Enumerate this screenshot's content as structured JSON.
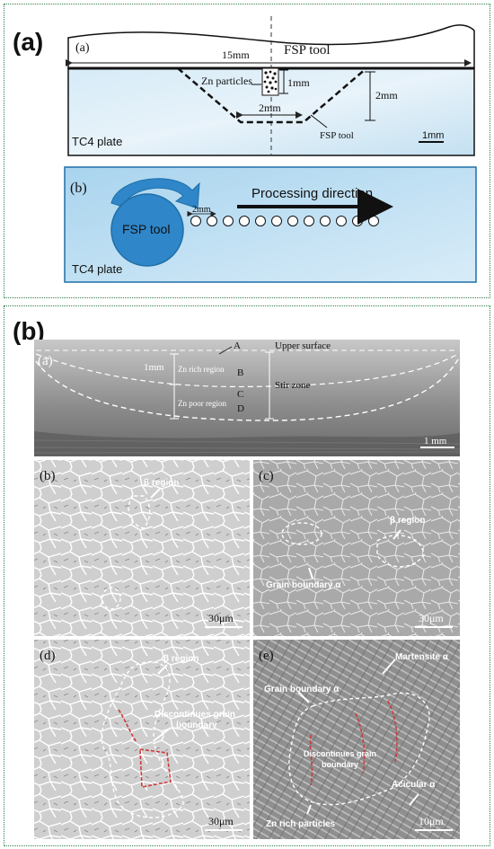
{
  "figure": {
    "panel_a": {
      "label": "(a)",
      "schematic_top": {
        "sublabel": "(a)",
        "tool_label": "FSP tool",
        "width_label": "15mm",
        "zn_label": "Zn particles",
        "dim_1mm": "1mm",
        "dim_2mm_depth": "2mm",
        "dim_2mm_width": "2mm",
        "fsp_tool_small": "FSP tool",
        "plate_label": "TC4 plate",
        "scale_label": "1mm"
      },
      "schematic_bottom": {
        "sublabel": "(b)",
        "tool_label": "FSP tool",
        "spacing_label": "2mm",
        "direction_label": "Processing direction",
        "plate_label": "TC4 plate"
      }
    },
    "panel_b": {
      "label": "(b)",
      "cross_section": {
        "sublabel": "(a)",
        "point_a": "A",
        "point_b": "B",
        "point_c": "C",
        "point_d": "D",
        "upper_surface": "Upper surface",
        "dim_1mm": "1mm",
        "zn_rich": "Zn rich region",
        "zn_poor": "Zn poor region",
        "stir_zone": "Stir zone",
        "scale": "1 mm"
      },
      "micro_b": {
        "sublabel": "(b)",
        "beta": "β region",
        "scale": "30μm"
      },
      "micro_c": {
        "sublabel": "(c)",
        "beta": "β region",
        "gb": "Grain boundary α",
        "scale": "30μm"
      },
      "micro_d": {
        "sublabel": "(d)",
        "beta": "β region",
        "disc1": "Discontinues grain",
        "disc2": "boundary",
        "scale": "30μm"
      },
      "micro_e": {
        "sublabel": "(e)",
        "martensite": "Martensite α",
        "gb": "Grain boundary α",
        "disc1": "Discontinues grain",
        "disc2": "boundary",
        "acicular": "Acicular α",
        "zn_rich": "Zn rich particles",
        "scale": "10μm"
      }
    },
    "colors": {
      "frame": "#2f7d4b",
      "plate": "#cfe6f4",
      "tool": "#2f86c8",
      "bottom_panel": "#bddff2"
    }
  }
}
